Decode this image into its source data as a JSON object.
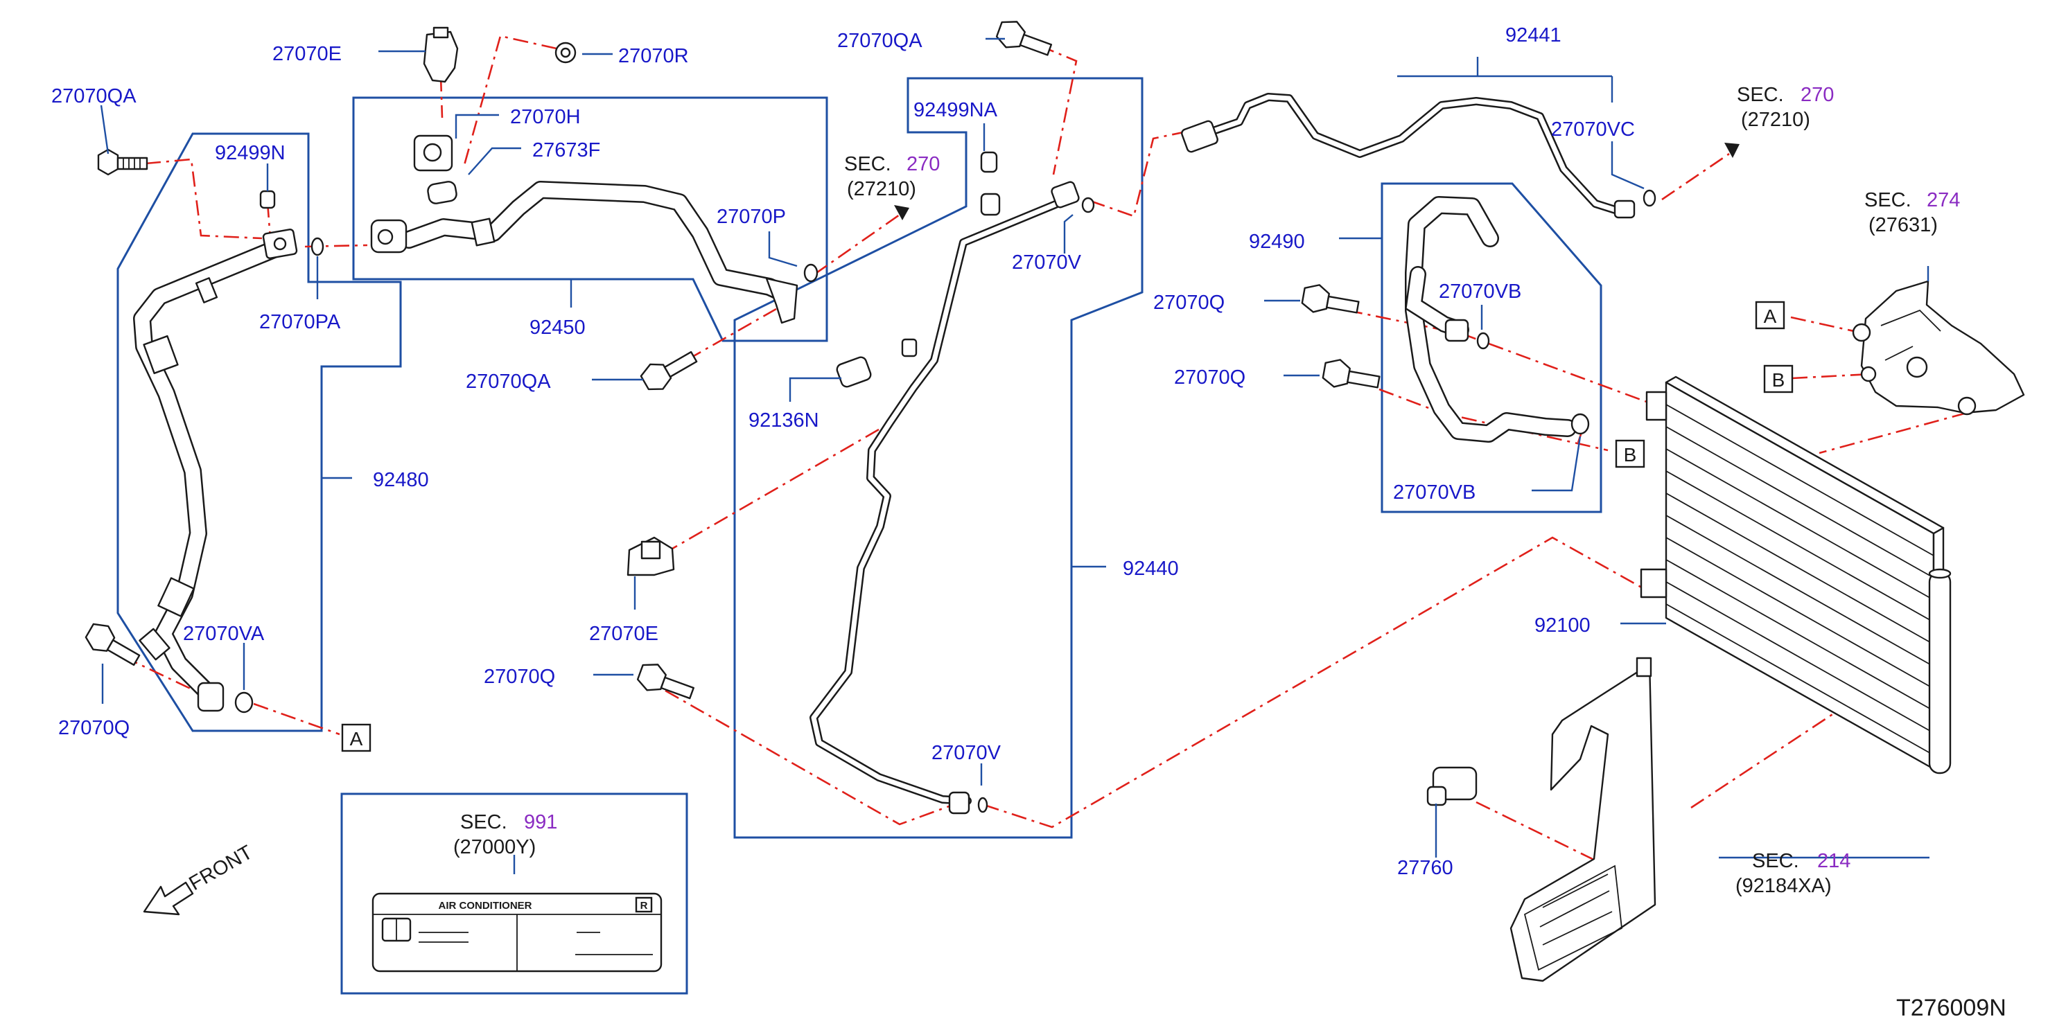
{
  "labels": {
    "e27070E_top": "27070E",
    "r27070R": "27070R",
    "qa27070QA_left": "27070QA",
    "h27070H": "27070H",
    "f27673F": "27673F",
    "n92499N": "92499N",
    "p27070P": "27070P",
    "pa27070PA": "27070PA",
    "hose92450": "92450",
    "qa27070QA_mid": "27070QA",
    "hose92480": "92480",
    "va27070VA": "27070VA",
    "q27070Q_left": "27070Q",
    "qa27070QA_top": "27070QA",
    "na92499NA": "92499NA",
    "v27070V_top": "27070V",
    "n92136N": "92136N",
    "e27070E_mid": "27070E",
    "pipe92440": "92440",
    "q27070Q_mid": "27070Q",
    "v27070V_bottom": "27070V",
    "pipe92441": "92441",
    "vc27070VC": "27070VC",
    "hose92490": "92490",
    "q27070Q_r1": "27070Q",
    "q27070Q_r2": "27070Q",
    "vb27070VB_top": "27070VB",
    "vb27070VB_bottom": "27070VB",
    "cond92100": "92100",
    "s27760": "27760",
    "drawing_id": "T276009N"
  },
  "sections": {
    "sec270_mid": {
      "prefix": "SEC.",
      "num": "270",
      "ref": "(27210)"
    },
    "sec270_right": {
      "prefix": "SEC.",
      "num": "270",
      "ref": "(27210)"
    },
    "sec274": {
      "prefix": "SEC.",
      "num": "274",
      "ref": "(27631)"
    },
    "sec214": {
      "prefix": "SEC.",
      "num": "214",
      "ref": "(92184XA)"
    },
    "sec991": {
      "prefix": "SEC.",
      "num": "991",
      "ref": "(27000Y)"
    }
  },
  "refs": {
    "a_left": "A",
    "a_right": "A",
    "b_right": "B",
    "b_mid": "B",
    "plate_r": "R"
  },
  "plate": {
    "title": "AIR    CONDITIONER"
  },
  "front": "FRONT",
  "colors": {
    "label": "#1818c8",
    "section_number": "#8a2bc2",
    "frame": "#1e4fa3",
    "dashed_leader": "#e0201a",
    "part_outline": "#1a1a1a"
  }
}
